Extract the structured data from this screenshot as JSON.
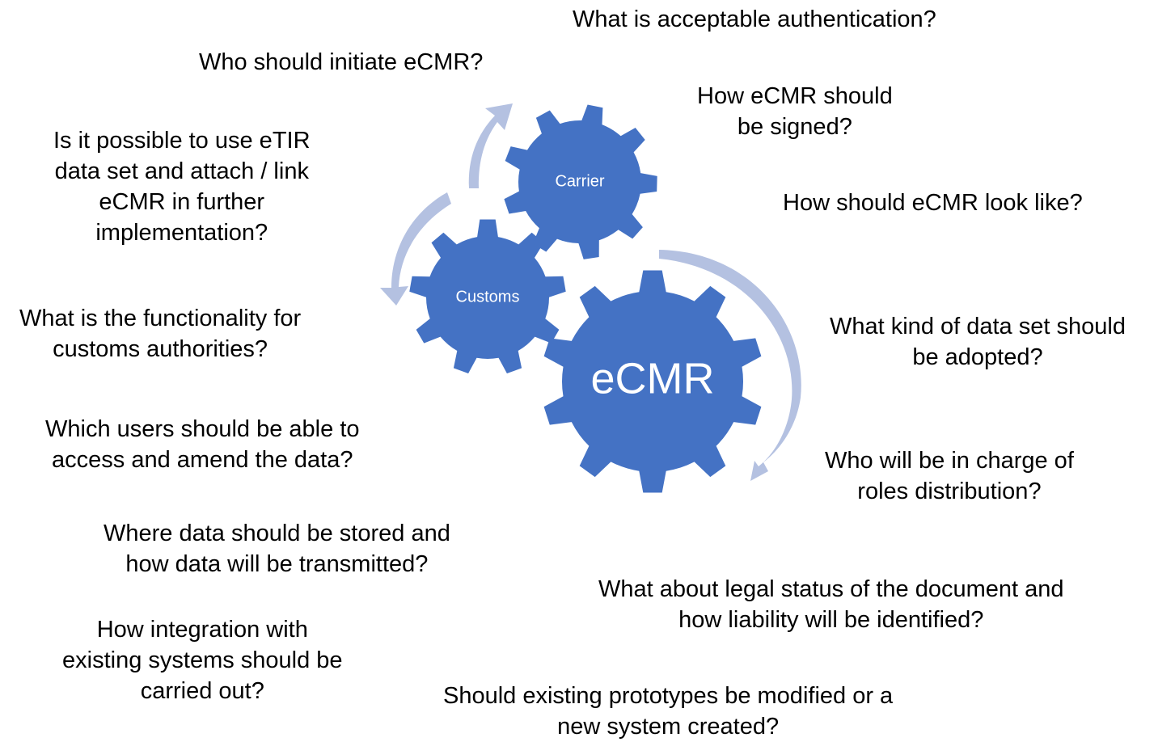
{
  "colors": {
    "gear_fill": "#4472C4",
    "arrow_fill": "#B4C1E1",
    "gear_text": "#FFFFFF",
    "question_text": "#000000"
  },
  "gears": {
    "main": "eCMR",
    "carrier": "Carrier",
    "customs": "Customs"
  },
  "questions": {
    "acceptable_authentication": "What is acceptable authentication?",
    "who_initiate": "Who should initiate eCMR?",
    "how_signed": "How eCMR should\nbe signed?",
    "etir_data_set": "Is it possible to use eTIR\ndata set and attach / link\neCMR in further\nimplementation?",
    "how_look": "How should eCMR look like?",
    "customs_functionality": "What is the functionality for\ncustoms authorities?",
    "data_set_adopted": "What kind of data set should\nbe adopted?",
    "users_access": "Which users should be able to\naccess and amend the data?",
    "roles_distribution": "Who will be in charge of\nroles distribution?",
    "data_storage": "Where data should be stored and\nhow data will be transmitted?",
    "legal_status": "What about legal status of the document and\nhow liability will be identified?",
    "integration": "How integration with\nexisting systems should be\ncarried out?",
    "prototypes": "Should existing prototypes be modified or a\nnew system created?"
  }
}
